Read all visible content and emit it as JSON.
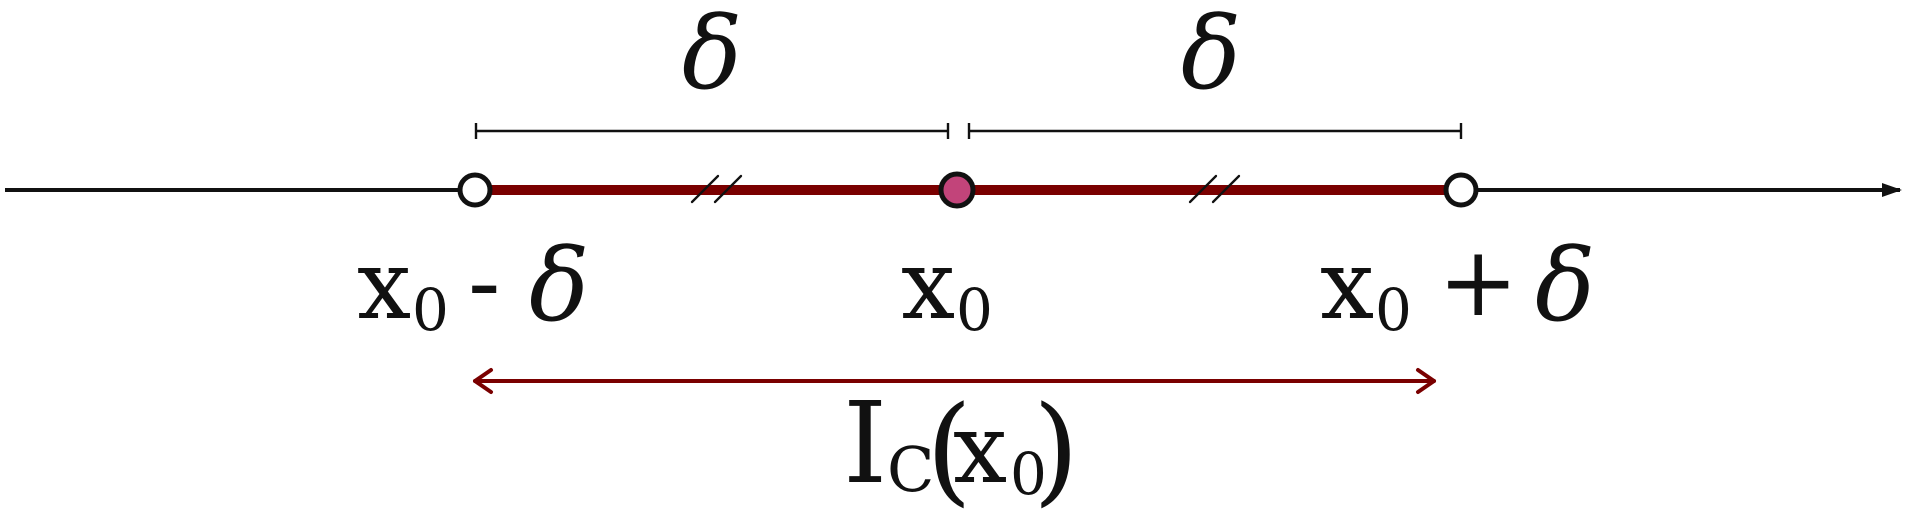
{
  "labels": {
    "delta_left": "δ",
    "delta_right": "δ",
    "left_point_base": "x",
    "left_point_sub": "0",
    "left_point_op": "-",
    "left_point_delta": "δ",
    "center_point_base": "x",
    "center_point_sub": "0",
    "right_point_base": "x",
    "right_point_sub": "0",
    "right_point_op": "+",
    "right_point_delta": "δ",
    "interval_base": "I",
    "interval_sub": "C",
    "interval_open": "(",
    "interval_arg_base": "x",
    "interval_arg_sub": "0",
    "interval_close": ")"
  },
  "colors": {
    "axis": "#111111",
    "interval": "#7a0000",
    "center_fill": "#c2447a",
    "interval_label": "#7fd24b"
  },
  "icons": {
    "axis_arrow": "arrow-right-icon",
    "open_endpoint": "hollow-circle-icon",
    "center_point": "filled-circle-icon",
    "equal_length_mark": "double-slash-icon"
  }
}
